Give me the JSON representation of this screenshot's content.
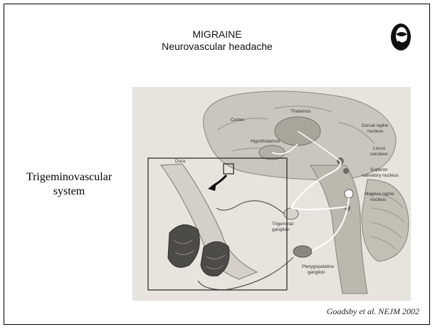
{
  "slide": {
    "title": "MIGRAINE",
    "subtitle": "Neurovascular headache",
    "side_label_line1": "Trigeminovascular",
    "side_label_line2": "system",
    "citation": "Goadsby et al. NEJM 2002"
  },
  "figure": {
    "labels": {
      "cortex": "Cortex",
      "thalamus": "Thalamus",
      "hypothalamus": "Hypothalamus",
      "dorsal_raphe_1": "Dorsal raphe",
      "dorsal_raphe_2": "nucleus",
      "locus_1": "Locus",
      "locus_2": "ceruleus",
      "superior_1": "Superior",
      "superior_2": "salivatory nucleus",
      "magnus_1": "Magnus raphe",
      "magnus_2": "nucleus",
      "dura": "Dura",
      "trigeminal_1": "Trigeminal",
      "trigeminal_2": "ganglion",
      "pterygo_1": "Pterygopalatine",
      "pterygo_2": "ganglion"
    }
  },
  "colors": {
    "background": "#ffffff",
    "text": "#111111",
    "figure_bg": "#e7e4dd"
  }
}
